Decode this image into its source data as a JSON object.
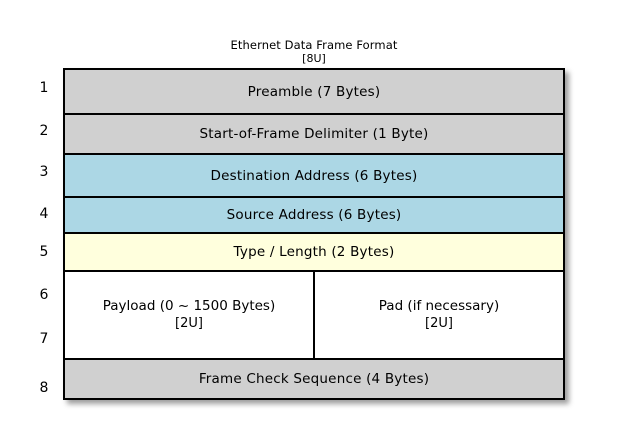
{
  "title": {
    "main": "Ethernet Data Frame Format",
    "sub": "[8U]"
  },
  "colors": {
    "gray": "#d0d0d0",
    "blue": "#acd7e5",
    "yellow": "#ffffdd",
    "white": "#ffffff",
    "border": "#000000",
    "background": "#ffffff"
  },
  "row_numbers": [
    "1",
    "2",
    "3",
    "4",
    "5",
    "6",
    "7",
    "8"
  ],
  "rows": [
    {
      "number": "1",
      "label": "Preamble (7 Bytes)",
      "fill": "gray"
    },
    {
      "number": "2",
      "label": "Start-of-Frame Delimiter (1 Byte)",
      "fill": "gray"
    },
    {
      "number": "3",
      "label": "Destination Address (6 Bytes)",
      "fill": "blue"
    },
    {
      "number": "4",
      "label": "Source Address (6 Bytes)",
      "fill": "blue"
    },
    {
      "number": "5",
      "label": "Type / Length (2 Bytes)",
      "fill": "yellow"
    },
    {
      "number": "6-7",
      "fill": "white",
      "split": [
        {
          "line1": "Payload (0 ~ 1500 Bytes)",
          "line2": "[2U]"
        },
        {
          "line1": "Pad (if necessary)",
          "line2": "[2U]"
        }
      ]
    },
    {
      "number": "8",
      "label": "Frame Check Sequence (4 Bytes)",
      "fill": "gray"
    }
  ]
}
